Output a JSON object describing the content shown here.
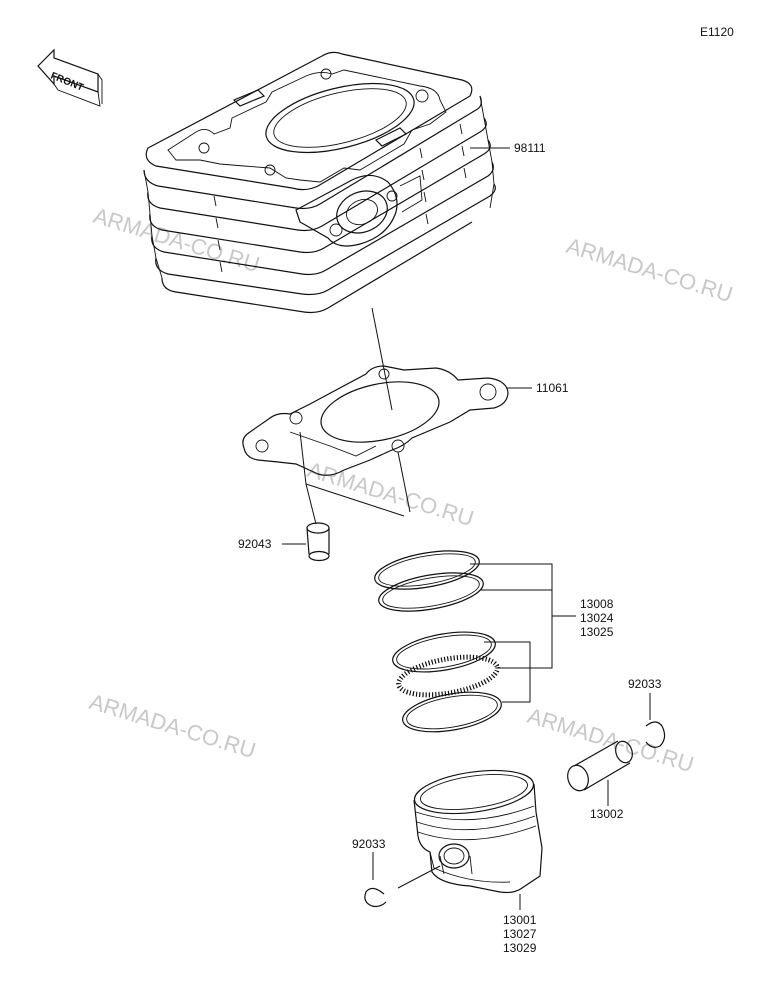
{
  "diagram_code": "E1120",
  "front_label": "FRONT",
  "watermark_text": "ARMADA-CO.RU",
  "parts": {
    "cylinder": "98111",
    "gasket": "11061",
    "dowel_pin": "92043",
    "rings": [
      "13008",
      "13024",
      "13025"
    ],
    "circlip_right": "92033",
    "piston_pin": "13002",
    "circlip_left": "92033",
    "piston": [
      "13001",
      "13027",
      "13029"
    ]
  }
}
